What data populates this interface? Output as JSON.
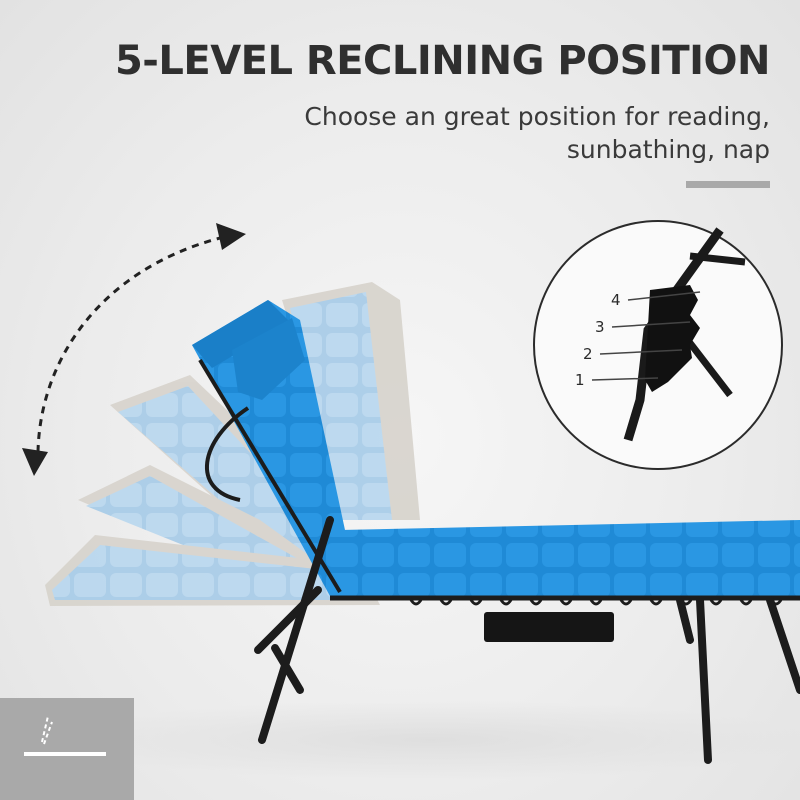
{
  "headline": "5-LEVEL RECLINING POSITION",
  "subtitle_lines": [
    "Choose an great position for reading,",
    "sunbathing, nap"
  ],
  "detail_callout": {
    "levels": [
      "4",
      "3",
      "2",
      "1"
    ]
  },
  "colors": {
    "bed_blue": "#1e88d4",
    "ghost_blue": "#a9cde8",
    "frame": "#1c1c1c",
    "accent_bar": "#a9a9a9",
    "heading_text": "#2f2f2f"
  },
  "icons": [
    "curved-double-arrow-icon",
    "recline-level-icon"
  ]
}
